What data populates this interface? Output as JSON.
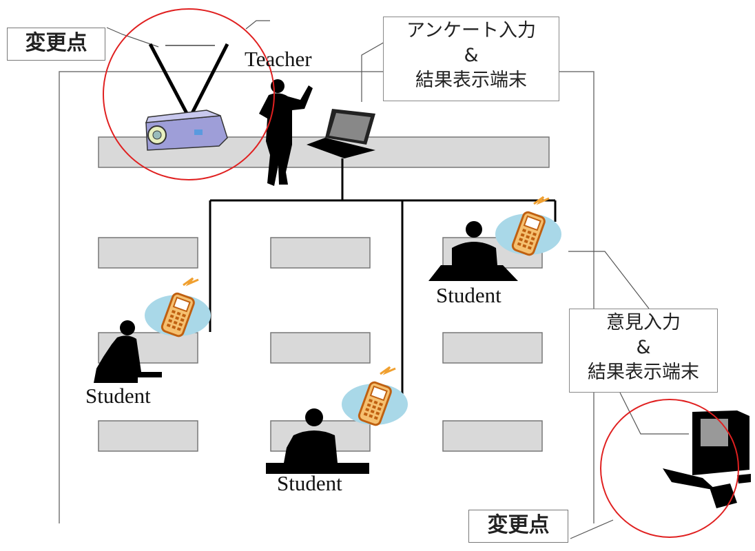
{
  "labels": {
    "change_point": "変更点",
    "teacher": "Teacher",
    "student": "Student",
    "teacher_terminal": [
      "アンケート入力",
      "&",
      "結果表示端末"
    ],
    "student_terminal": [
      "意見入力",
      "&",
      "結果表示端末"
    ]
  },
  "colors": {
    "highlight_circle": "#e02020",
    "desk_fill": "#d9d9d9",
    "silhouette": "#000000",
    "phone_halo": "#a9d8e8",
    "phone_body": "#f0a030"
  },
  "icons": [
    "projector-icon",
    "laptop-icon",
    "desktop-pc-icon",
    "mobile-phone-icon",
    "teacher-silhouette",
    "student-silhouette"
  ]
}
